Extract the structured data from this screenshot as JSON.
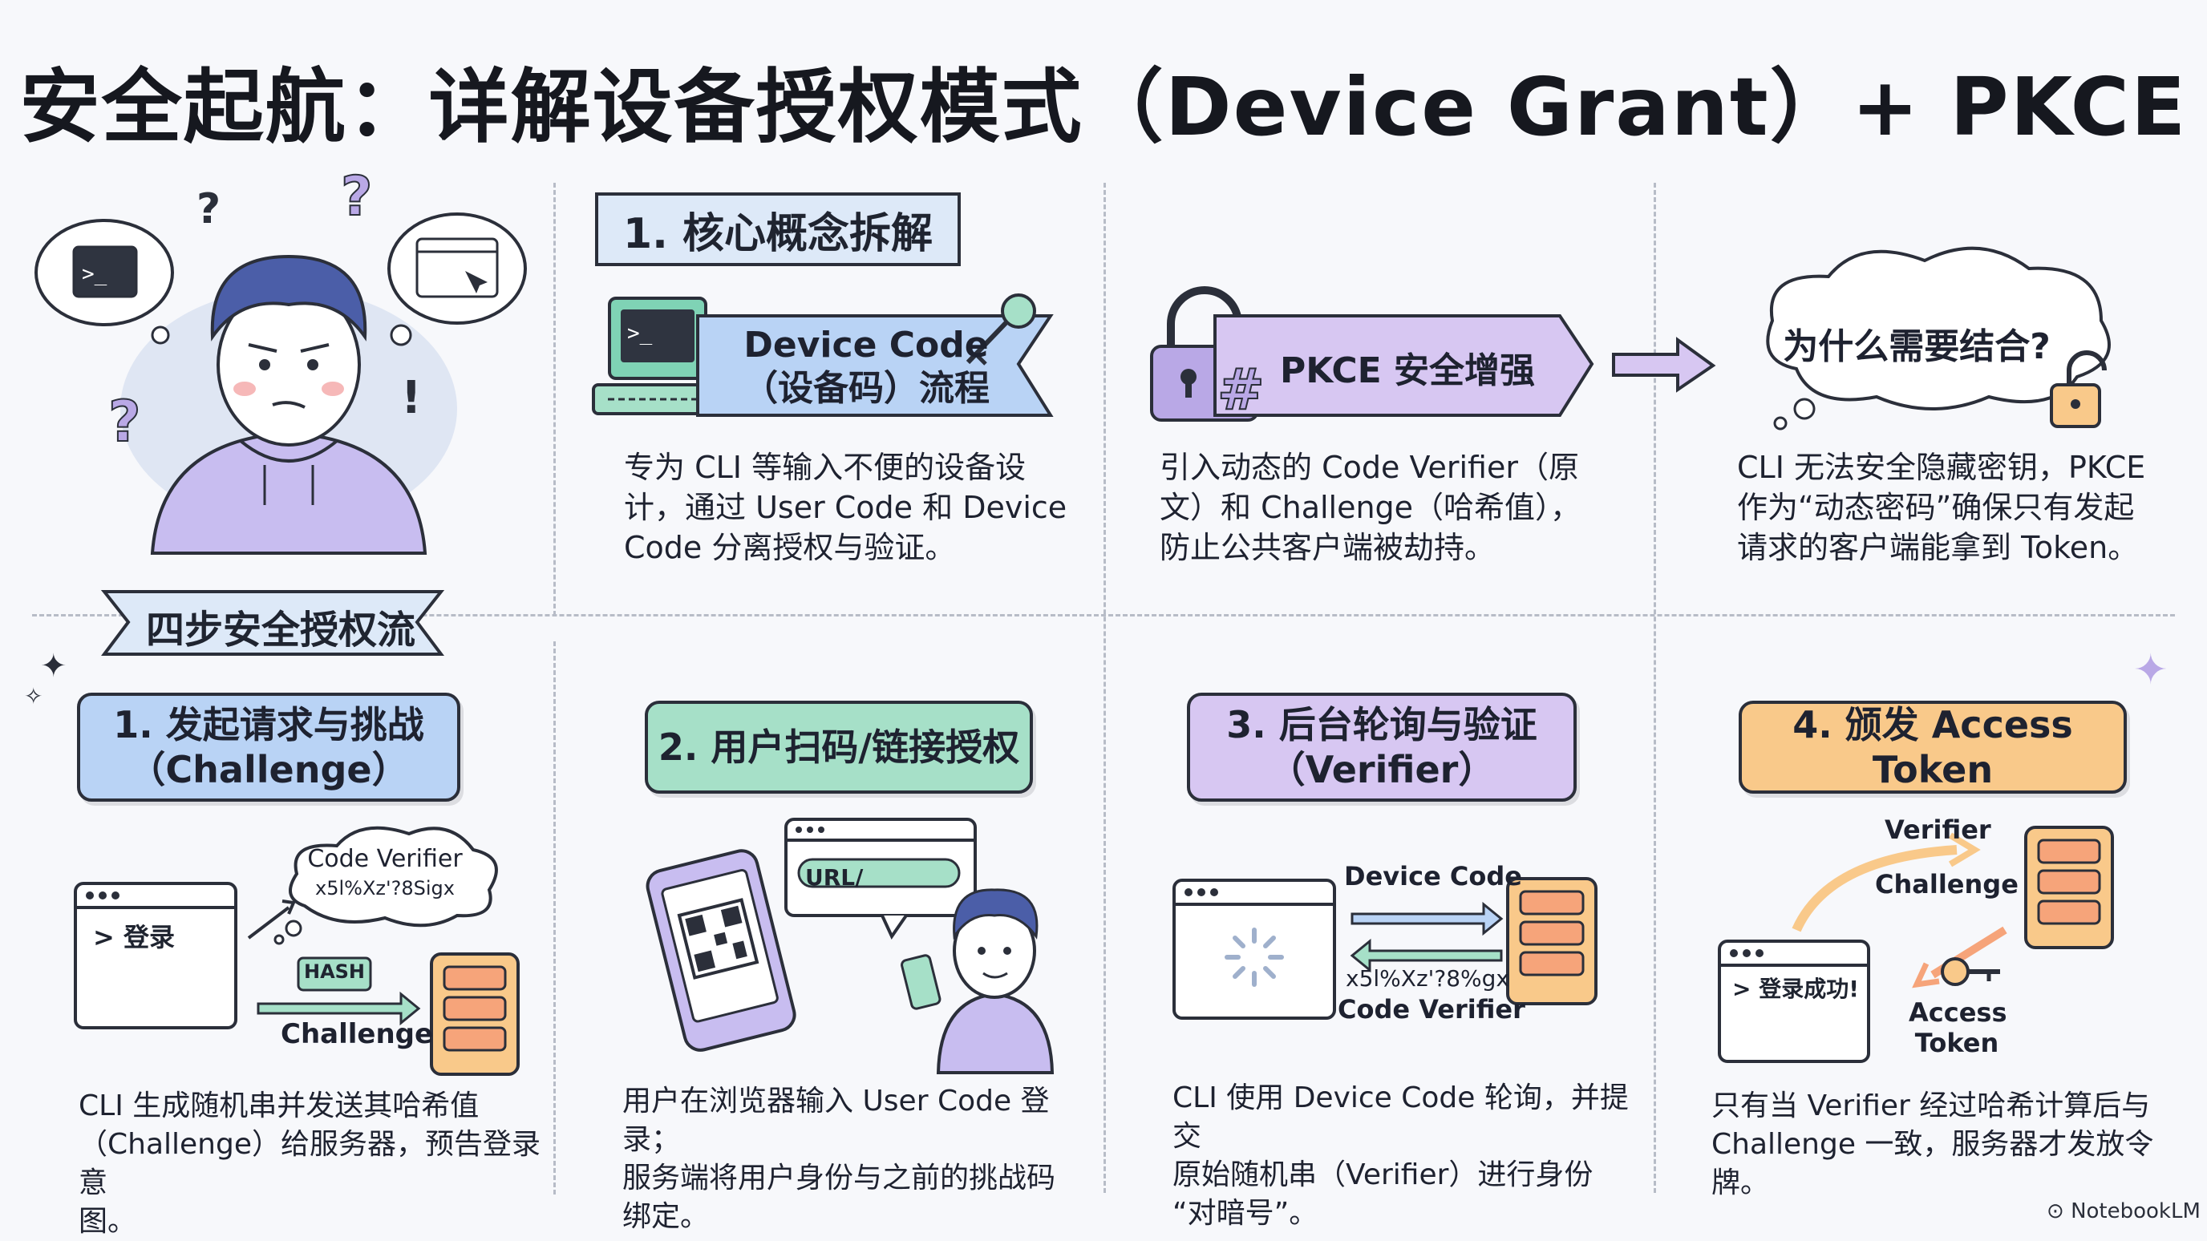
{
  "title": "安全起航：详解设备授权模式（Device Grant）+ PKCE",
  "core_section": {
    "heading": "1. 核心概念拆解"
  },
  "concepts": [
    {
      "banner_line1": "Device Code",
      "banner_line2": "（设备码）流程",
      "body": [
        "专为 CLI 等输入不便的设备设",
        "计，通过 User Code 和 Device",
        "Code 分离授权与验证。"
      ]
    },
    {
      "banner": "PKCE 安全增强",
      "body": [
        "引入动态的 Code Verifier（原",
        "文）和 Challenge（哈希值），",
        "防止公共客户端被劫持。"
      ]
    },
    {
      "cloud": "为什么需要结合?",
      "body": [
        "CLI 无法安全隐藏密钥，PKCE",
        "作为“动态密码”确保只有发起",
        "请求的客户端能拿到 Token。"
      ]
    }
  ],
  "flow_section": {
    "heading": "四步安全授权流"
  },
  "steps": [
    {
      "line1": "1. 发起请求与挑战",
      "line2": "（Challenge）",
      "cli_text": "> 登录",
      "cloud_line1": "Code Verifier",
      "cloud_line2": "x5l%Xz'?8Sigx",
      "hash": "HASH",
      "arrow_label": "Challenge",
      "body": [
        "CLI 生成随机串并发送其哈希值",
        "（Challenge）给服务器，预告登录意",
        "图。"
      ]
    },
    {
      "line1": "2. 用户扫码/链接授权",
      "line2": "",
      "url": "URL/",
      "body": [
        "用户在浏览器输入 User Code 登录；",
        "服务端将用户身份与之前的挑战码",
        "绑定。"
      ]
    },
    {
      "line1": "3. 后台轮询与验证",
      "line2": "（Verifier）",
      "top_label": "Device Code",
      "code": "x5l%Xz'?8%gx",
      "bottom_label": "Code Verifier",
      "body": [
        "CLI 使用 Device Code 轮询，并提交",
        "原始随机串（Verifier）进行身份",
        "“对暗号”。"
      ]
    },
    {
      "line1": "4. 颁发 Access Token",
      "line2": "",
      "verifier": "Verifier",
      "challenge": "Challenge",
      "cli_text": "> 登录成功!",
      "token_line1": "Access",
      "token_line2": "Token",
      "body": [
        "只有当 Verifier 经过哈希计算后与",
        "Challenge 一致，服务器才发放令牌。"
      ]
    }
  ],
  "watermark": "NotebookLM",
  "colors": {
    "blue": "#b9d3f5",
    "green": "#a6e0c8",
    "purple": "#d7c7f2",
    "orange": "#f9c98a"
  }
}
